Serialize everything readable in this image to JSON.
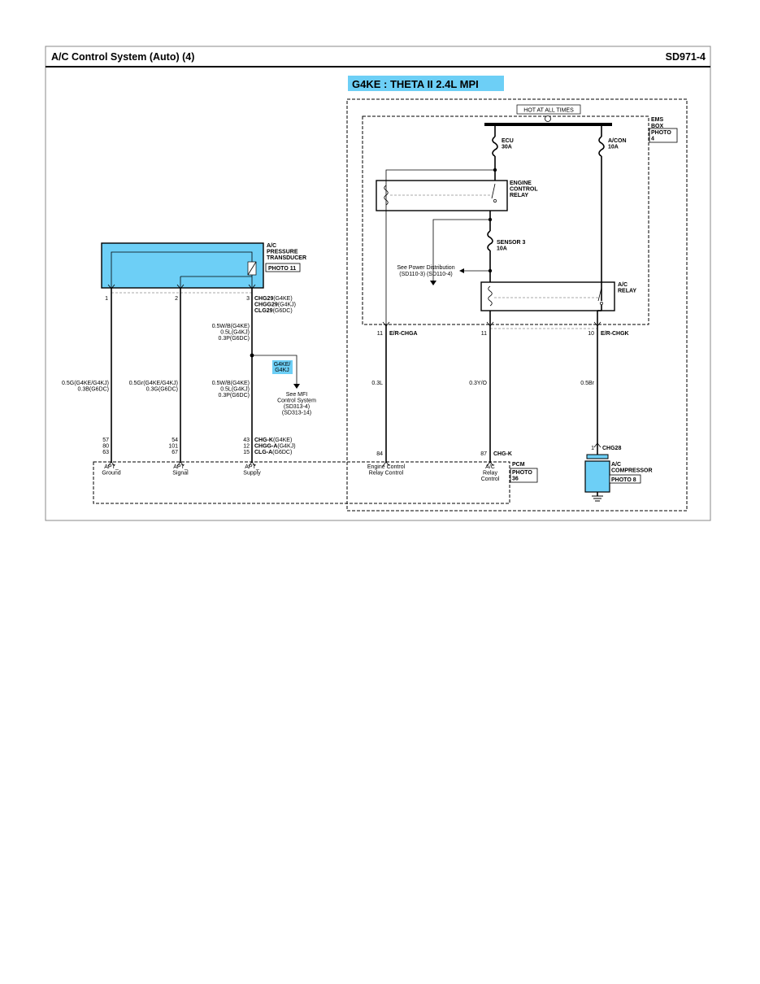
{
  "header": {
    "title": "A/C Control System (Auto) (4)",
    "code": "SD971-4"
  },
  "engine_label": "G4KE : THETA II 2.4L MPI",
  "ems_box": {
    "hot_label": "HOT AT ALL TIMES",
    "name": [
      "EMS",
      "BOX"
    ],
    "photo": [
      "PHOTO",
      "4"
    ],
    "fuse_ecu": [
      "ECU",
      "30A"
    ],
    "fuse_acon": [
      "A/CON",
      "10A"
    ],
    "engine_relay": [
      "ENGINE",
      "CONTROL",
      "RELAY"
    ],
    "fuse_sensor": [
      "SENSOR 3",
      "10A"
    ],
    "power_dist_ref": [
      "See Power Distribution",
      "(SD110-3) (SD110-4)"
    ],
    "ac_relay": [
      "A/C",
      "RELAY"
    ],
    "pins": {
      "left": {
        "num": "11",
        "conn": "E/R-CHGA"
      },
      "mid": {
        "num": "11"
      },
      "right": {
        "num": "10",
        "conn": "E/R-CHGK"
      }
    }
  },
  "transducer": {
    "name": [
      "A/C",
      "PRESSURE",
      "TRANSDUCER"
    ],
    "photo": "PHOTO 11",
    "pins": [
      "1",
      "2",
      "3"
    ],
    "conn": [
      {
        "b": "CHG29",
        "n": "(G4KE)"
      },
      {
        "b": "CHGG29",
        "n": "(G4KJ)"
      },
      {
        "b": "CLG29",
        "n": "(G6DC)"
      }
    ]
  },
  "wires": {
    "ground": [
      "0.5G(G4KE/G4KJ)",
      "0.3B(G6DC)"
    ],
    "signal": [
      "0.5Gr(G4KE/G4KJ)",
      "0.3G(G6DC)"
    ],
    "supply_top": [
      "0.5W/B(G4KE)",
      "0.5L(G4KJ)",
      "0.3P(G6DC)"
    ],
    "supply_bottom": [
      "0.5W/B(G4KE)",
      "0.5L(G4KJ)",
      "0.3P(G6DC)"
    ],
    "ecr": "0.3L",
    "acr": "0.3Y/O",
    "comp": "0.5Br"
  },
  "mfi": {
    "tag": [
      "G4KE/",
      "G4KJ"
    ],
    "ref": [
      "See MFI",
      "Control System",
      "(SD313-4)",
      "(SD313-14)"
    ]
  },
  "pcm": {
    "name": "PCM",
    "photo": [
      "PHOTO",
      "36"
    ],
    "ground_pins": [
      "57",
      "80",
      "63"
    ],
    "signal_pins": [
      "54",
      "101",
      "67"
    ],
    "supply_pins": [
      "43",
      "12",
      "15"
    ],
    "supply_conn": [
      {
        "b": "CHG-K",
        "n": "(G4KE)"
      },
      {
        "b": "CHGG-A",
        "n": "(G4KJ)"
      },
      {
        "b": "CLG-A",
        "n": "(G6DC)"
      }
    ],
    "ecr_pin": "84",
    "acr_pin": "87",
    "acr_conn": "CHG-K",
    "labels": {
      "ground": [
        "APT_",
        "Ground"
      ],
      "signal": [
        "APT_",
        "Signal"
      ],
      "supply": [
        "APT_",
        "Supply"
      ],
      "ecr": [
        "Engine Control",
        "Relay Control"
      ],
      "acr": [
        "A/C",
        "Relay",
        "Control"
      ]
    }
  },
  "compressor": {
    "pin": "1",
    "conn": "CHG28",
    "name": [
      "A/C",
      "COMPRESSOR"
    ],
    "photo": "PHOTO 8"
  },
  "colors": {
    "component_fill": "#6dcff6",
    "line": "#000000",
    "frame": "#888888"
  }
}
